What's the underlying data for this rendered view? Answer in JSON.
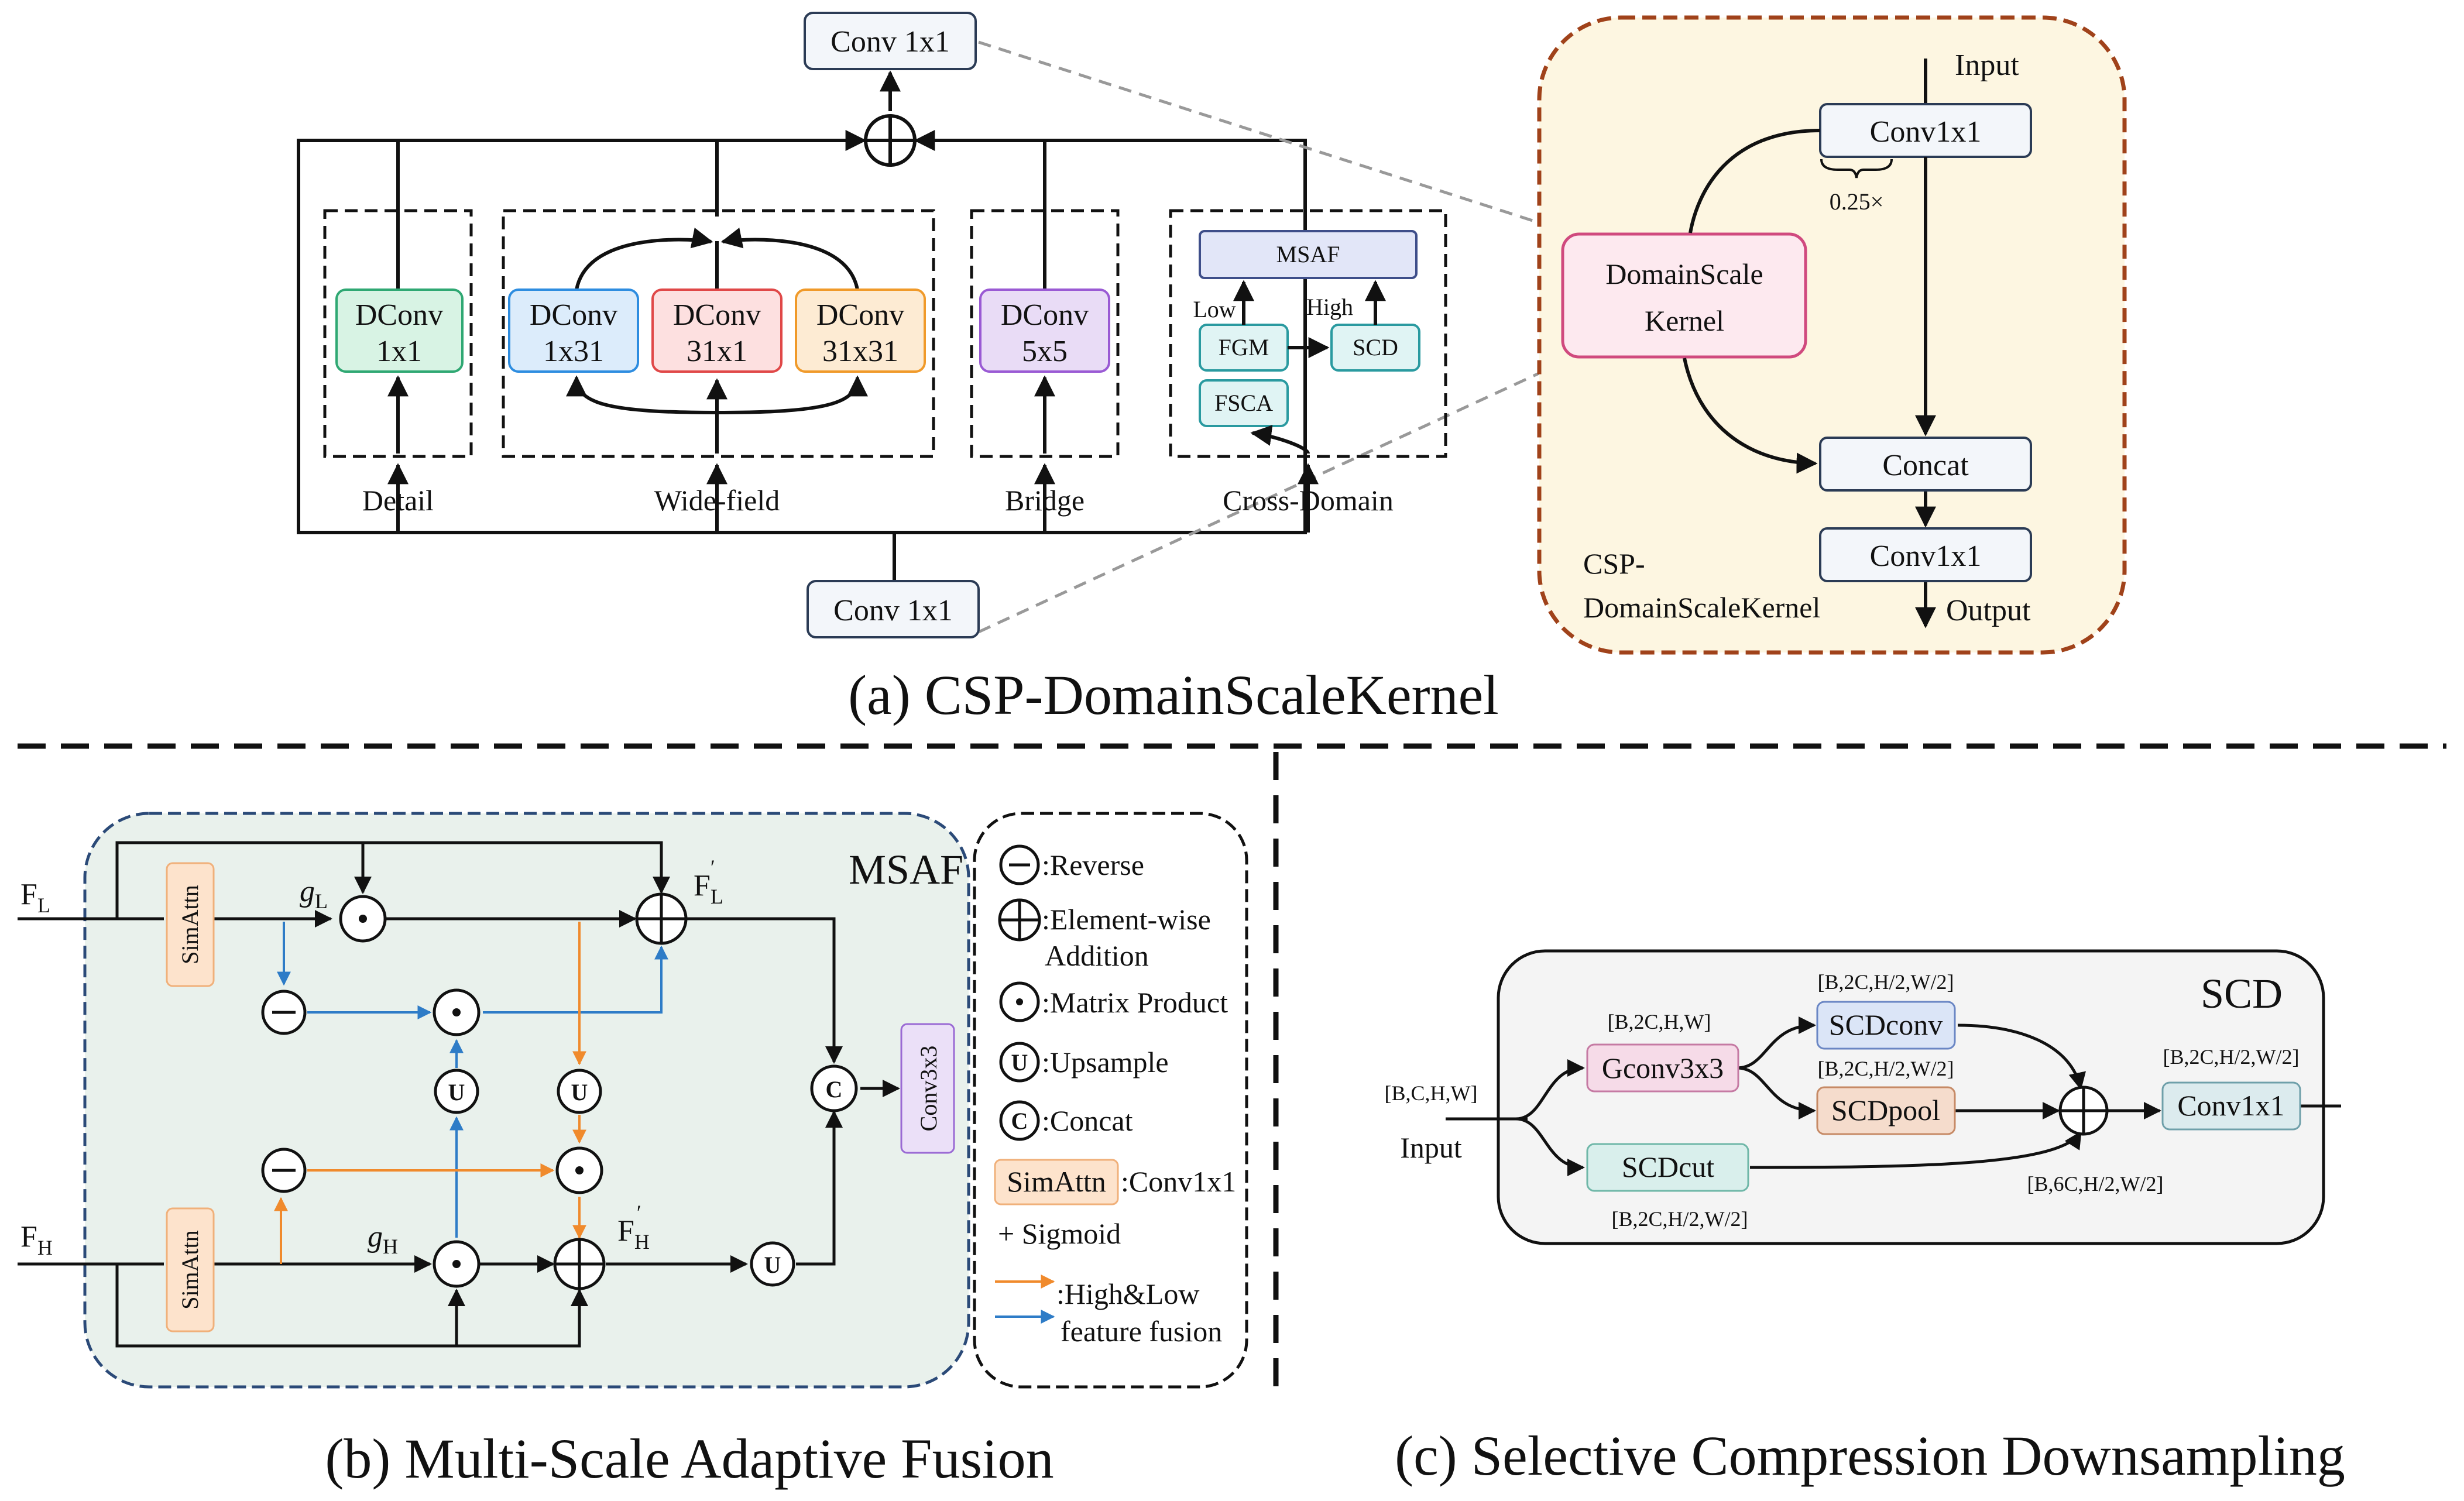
{
  "panel_a": {
    "caption": "(a) CSP-DomainScaleKernel",
    "conv_top": "Conv 1x1",
    "conv_bottom": "Conv 1x1",
    "groups": {
      "detail": "Detail",
      "wide_field": "Wide-field",
      "bridge": "Bridge",
      "cross_domain": "Cross-Domain"
    },
    "dconv_1x1": [
      "DConv",
      "1x1"
    ],
    "dconv_1x31": [
      "DConv",
      "1x31"
    ],
    "dconv_31x1": [
      "DConv",
      "31x1"
    ],
    "dconv_31x31": [
      "DConv",
      "31x31"
    ],
    "dconv_5x5": [
      "DConv",
      "5x5"
    ],
    "msaf": "MSAF",
    "fgm": "FGM",
    "scd": "SCD",
    "fsca": "FSCA",
    "low": "Low",
    "high": "High",
    "inset": {
      "input": "Input",
      "output": "Output",
      "conv1": "Conv1x1",
      "ratio": "0.25×",
      "kernel": [
        "DomainScale",
        "Kernel"
      ],
      "concat": "Concat",
      "conv2": "Conv1x1",
      "name": [
        "CSP-",
        "DomainScaleKernel"
      ]
    }
  },
  "panel_b": {
    "caption": "(b) Multi-Scale Adaptive Fusion",
    "title": "MSAF",
    "f_l": "F",
    "f_l_sub": "L",
    "f_h": "F",
    "f_h_sub": "H",
    "g_l": "g",
    "g_l_sub": "L",
    "g_h": "g",
    "g_h_sub": "H",
    "fl_prime": "F",
    "fl_prime_sub": "L",
    "fh_prime": "F",
    "fh_prime_sub": "H",
    "prime": "′",
    "simattn": "SimAttn",
    "conv3x3": "Conv3x3",
    "sym_u": "U",
    "sym_c": "C",
    "legend": {
      "reverse": ":Reverse",
      "addition_1": ":Element-wise",
      "addition_2": "Addition",
      "matrix": ":Matrix Product",
      "upsample": ":Upsample",
      "concat": ":Concat",
      "simattn_box": "SimAttn",
      "simattn_desc": ":Conv1x1",
      "sigmoid": "+ Sigmoid",
      "fusion_1": ":High&Low",
      "fusion_2": "feature fusion"
    }
  },
  "panel_c": {
    "caption": "(c) Selective Compression Downsampling",
    "title": "SCD",
    "input": "Input",
    "input_shape": "[B,C,H,W]",
    "gconv": "Gconv3x3",
    "gconv_shape": "[B,2C,H,W]",
    "scdconv": "SCDconv",
    "scdconv_shape": "[B,2C,H/2,W/2]",
    "scdpool": "SCDpool",
    "scdpool_shape": "[B,2C,H/2,W/2]",
    "scdcut": "SCDcut",
    "scdcut_shape": "[B,2C,H/2,W/2]",
    "sum_shape": "[B,6C,H/2,W/2]",
    "conv": "Conv1x1",
    "conv_shape": "[B,2C,H/2,W/2]"
  },
  "colors": {
    "dconv_1x1": "#d8f3e4",
    "dconv_1x31": "#dcecfb",
    "dconv_31x1": "#fde0e0",
    "dconv_31x31": "#fdebd3",
    "dconv_5x5": "#e9dcf6",
    "inset_bg": "#fdf6e1",
    "inset_border": "#a0421a",
    "msaf_bg": "#e9f1ec",
    "orange_arrow": "#f08a2c",
    "blue_arrow": "#2e7cc7"
  }
}
